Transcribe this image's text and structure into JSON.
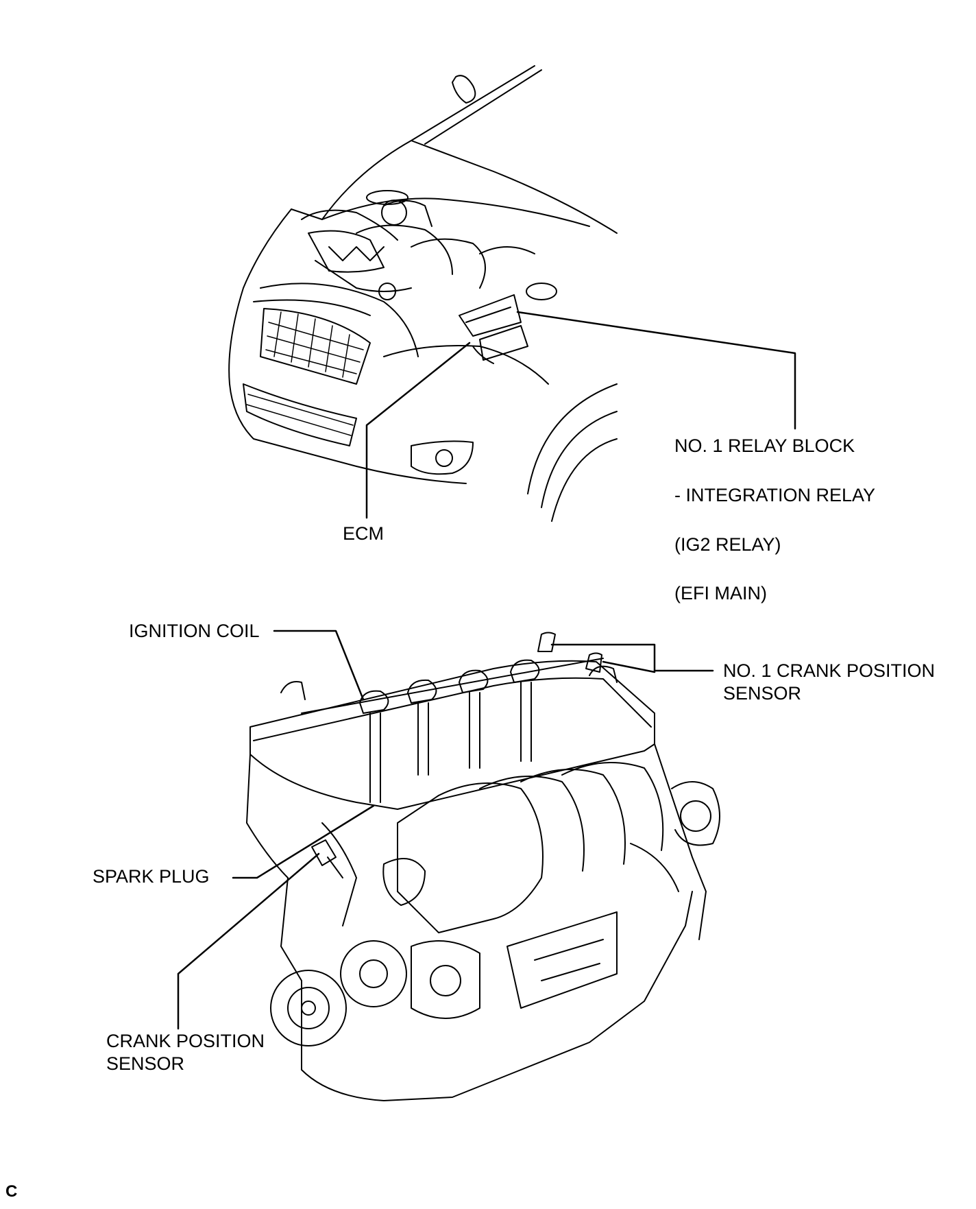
{
  "diagram": {
    "labels": {
      "relay_block": "NO. 1 RELAY BLOCK",
      "integration_relay": "- INTEGRATION RELAY",
      "ig2_relay": "(IG2 RELAY)",
      "efi_main": "(EFI MAIN)",
      "ecm": "ECM",
      "ignition_coil": "IGNITION COIL",
      "no1_crank_line1": "NO. 1 CRANK POSITION",
      "no1_crank_line2": "SENSOR",
      "spark_plug": "SPARK PLUG",
      "crank_line1": "CRANK POSITION",
      "crank_line2": "SENSOR",
      "corner_mark": "C"
    },
    "colors": {
      "ink": "#000000",
      "paper": "#ffffff"
    }
  }
}
